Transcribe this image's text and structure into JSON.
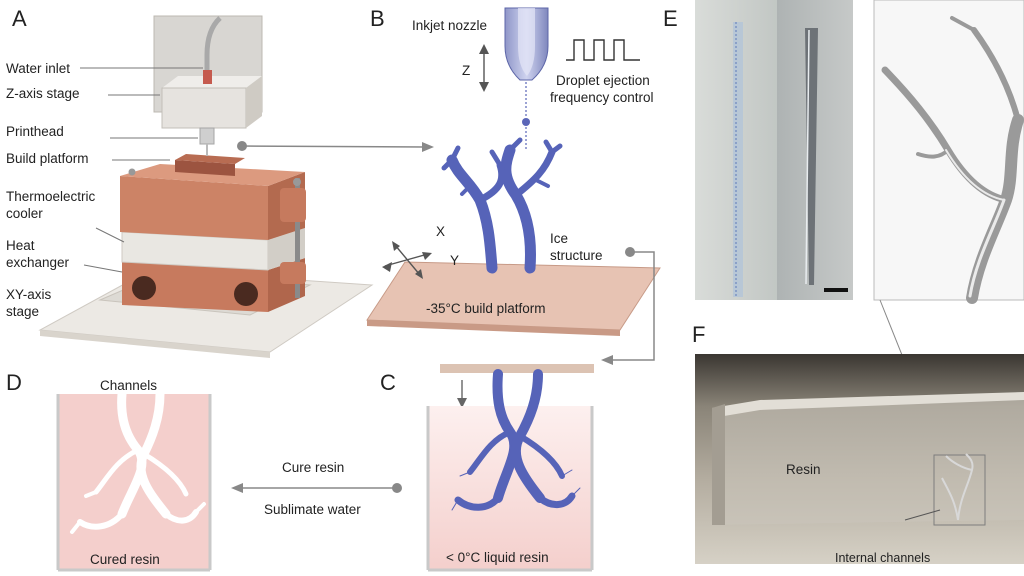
{
  "panels": {
    "a": "A",
    "b": "B",
    "c": "C",
    "d": "D",
    "e": "E",
    "f": "F"
  },
  "panel_a": {
    "water_inlet": "Water inlet",
    "z_stage": "Z-axis stage",
    "printhead": "Printhead",
    "build_platform": "Build platform",
    "thermo_1": "Thermoelectric",
    "thermo_2": "cooler",
    "heat_1": "Heat",
    "heat_2": "exchanger",
    "xy_1": "XY-axis",
    "xy_2": "stage"
  },
  "panel_b": {
    "nozzle": "Inkjet nozzle",
    "z_axis": "Z",
    "droplet_1": "Droplet ejection",
    "droplet_2": "frequency control",
    "x_axis": "X",
    "y_axis": "Y",
    "ice_1": "Ice",
    "ice_2": "structure",
    "platform": "-35°C build platform"
  },
  "panel_c": {
    "liquid_resin": "< 0°C liquid resin"
  },
  "panel_d": {
    "channels": "Channels",
    "cured_resin": "Cured resin",
    "step_1": "Cure resin",
    "step_2": "Sublimate water"
  },
  "panel_f": {
    "resin": "Resin",
    "internal_channels": "Internal channels"
  },
  "colors": {
    "copper": "#c97f63",
    "vessel": "#5663b8",
    "resin": "#f6d9d6",
    "arrow": "#7a7a7a"
  }
}
